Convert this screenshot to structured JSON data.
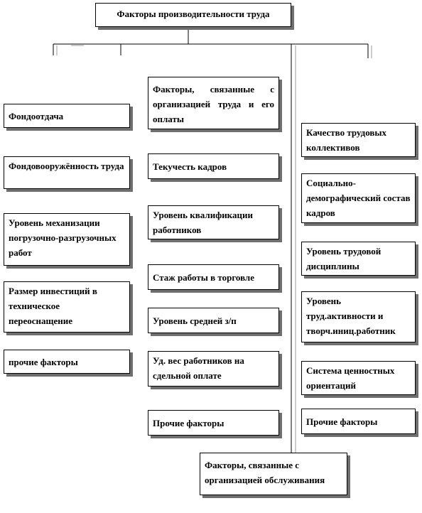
{
  "root": {
    "label": "Факторы  производительности труда"
  },
  "columns": [
    {
      "items": [
        "Фондоотдача",
        "Фондовооружённость труда",
        "Уровень механизации погрузочно-разгрузочных  работ",
        "Размер инвестиций в техническое переоснащение",
        "прочие факторы"
      ]
    },
    {
      "header": "Факторы,   связанные   с организацией труда и его оплаты",
      "items": [
        "Текучесть  кадров",
        "Уровень квалификации работников",
        "Стаж работы в торговле",
        "Уровень средней з/п",
        "Уд. вес работников на сдельной оплате",
        "Прочие факторы"
      ]
    },
    {
      "items": [
        "Качество трудовых коллективов",
        "Социально-демографический состав кадров",
        "Уровень трудовой дисциплины",
        "Уровень труд.активности и творч.иниц.работник",
        "Система ценностных ориентаций",
        "Прочие факторы"
      ]
    }
  ],
  "bottom": {
    "label": "Факторы, связанные с организацией обслуживания"
  }
}
